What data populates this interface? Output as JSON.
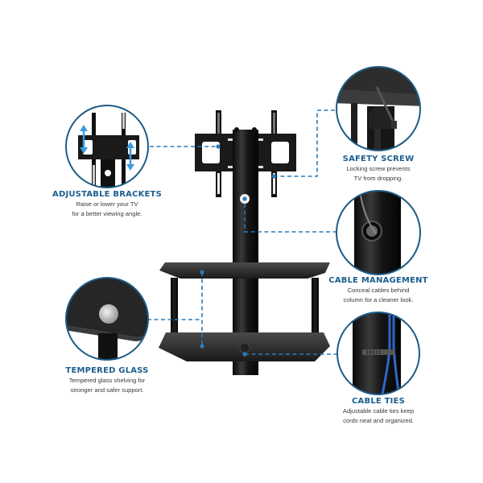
{
  "colors": {
    "title": "#1b5f8e",
    "body_text": "#3a3a3a",
    "circle_stroke": "#1d5b85",
    "connector": "#2b7bb9",
    "product_black": "#111111",
    "glass": "#2a2a2a"
  },
  "features": [
    {
      "id": "adjustable-brackets",
      "title": "ADJUSTABLE BRACKETS",
      "desc_line1": "Raise or lower your TV",
      "desc_line2": "for a better viewing angle.",
      "icon": "bracket-with-arrows-icon"
    },
    {
      "id": "safety-screw",
      "title": "SAFETY SCREW",
      "desc_line1": "Locking screw prevents",
      "desc_line2": "TV from dropping.",
      "icon": "locking-screw-icon"
    },
    {
      "id": "cable-management",
      "title": "CABLE MANAGEMENT",
      "desc_line1": "Conceal cables behind",
      "desc_line2": "column for a cleaner look.",
      "icon": "cable-port-icon"
    },
    {
      "id": "tempered-glass",
      "title": "TEMPERED GLASS",
      "desc_line1": "Tempered glass shelving for",
      "desc_line2": "stronger and safer support.",
      "icon": "glass-shelf-corner-icon"
    },
    {
      "id": "cable-ties",
      "title": "CABLE TIES",
      "desc_line1": "Adjustable cable ties keep",
      "desc_line2": "cords neat and organized.",
      "icon": "cable-tie-icon"
    }
  ]
}
